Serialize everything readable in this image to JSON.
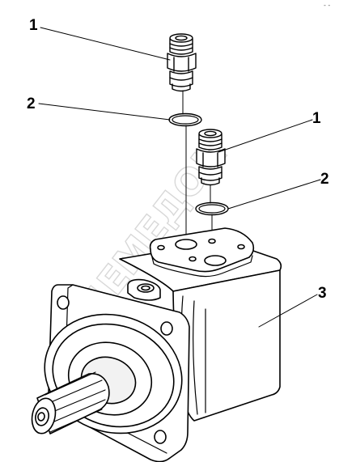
{
  "figure": {
    "corner_mark": "- -",
    "watermark": "ДЕМЕДОН",
    "callouts": [
      {
        "id": "fitting-upper",
        "label": "1"
      },
      {
        "id": "oring-upper",
        "label": "2"
      },
      {
        "id": "fitting-lower",
        "label": "1"
      },
      {
        "id": "oring-lower",
        "label": "2"
      },
      {
        "id": "motor-body",
        "label": "3"
      }
    ]
  }
}
